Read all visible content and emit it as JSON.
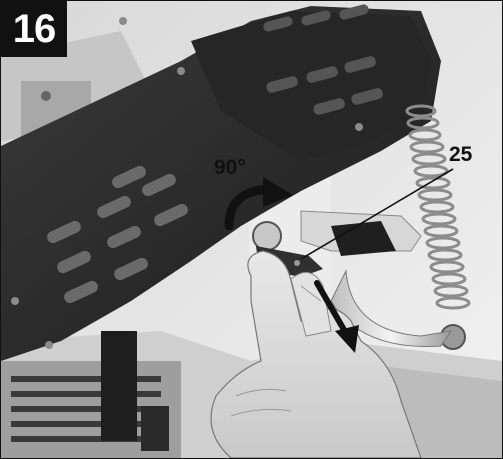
{
  "figure": {
    "step_number": "16",
    "rotation_label": "90°",
    "part_number": "25"
  },
  "colors": {
    "badge_background": "#111111",
    "badge_text": "#ffffff",
    "arm_dark": "#2b2b2b",
    "arm_darker": "#1a1a1a",
    "background_light": "#e6e6e6",
    "hand_skin": "#dcdcdc"
  }
}
